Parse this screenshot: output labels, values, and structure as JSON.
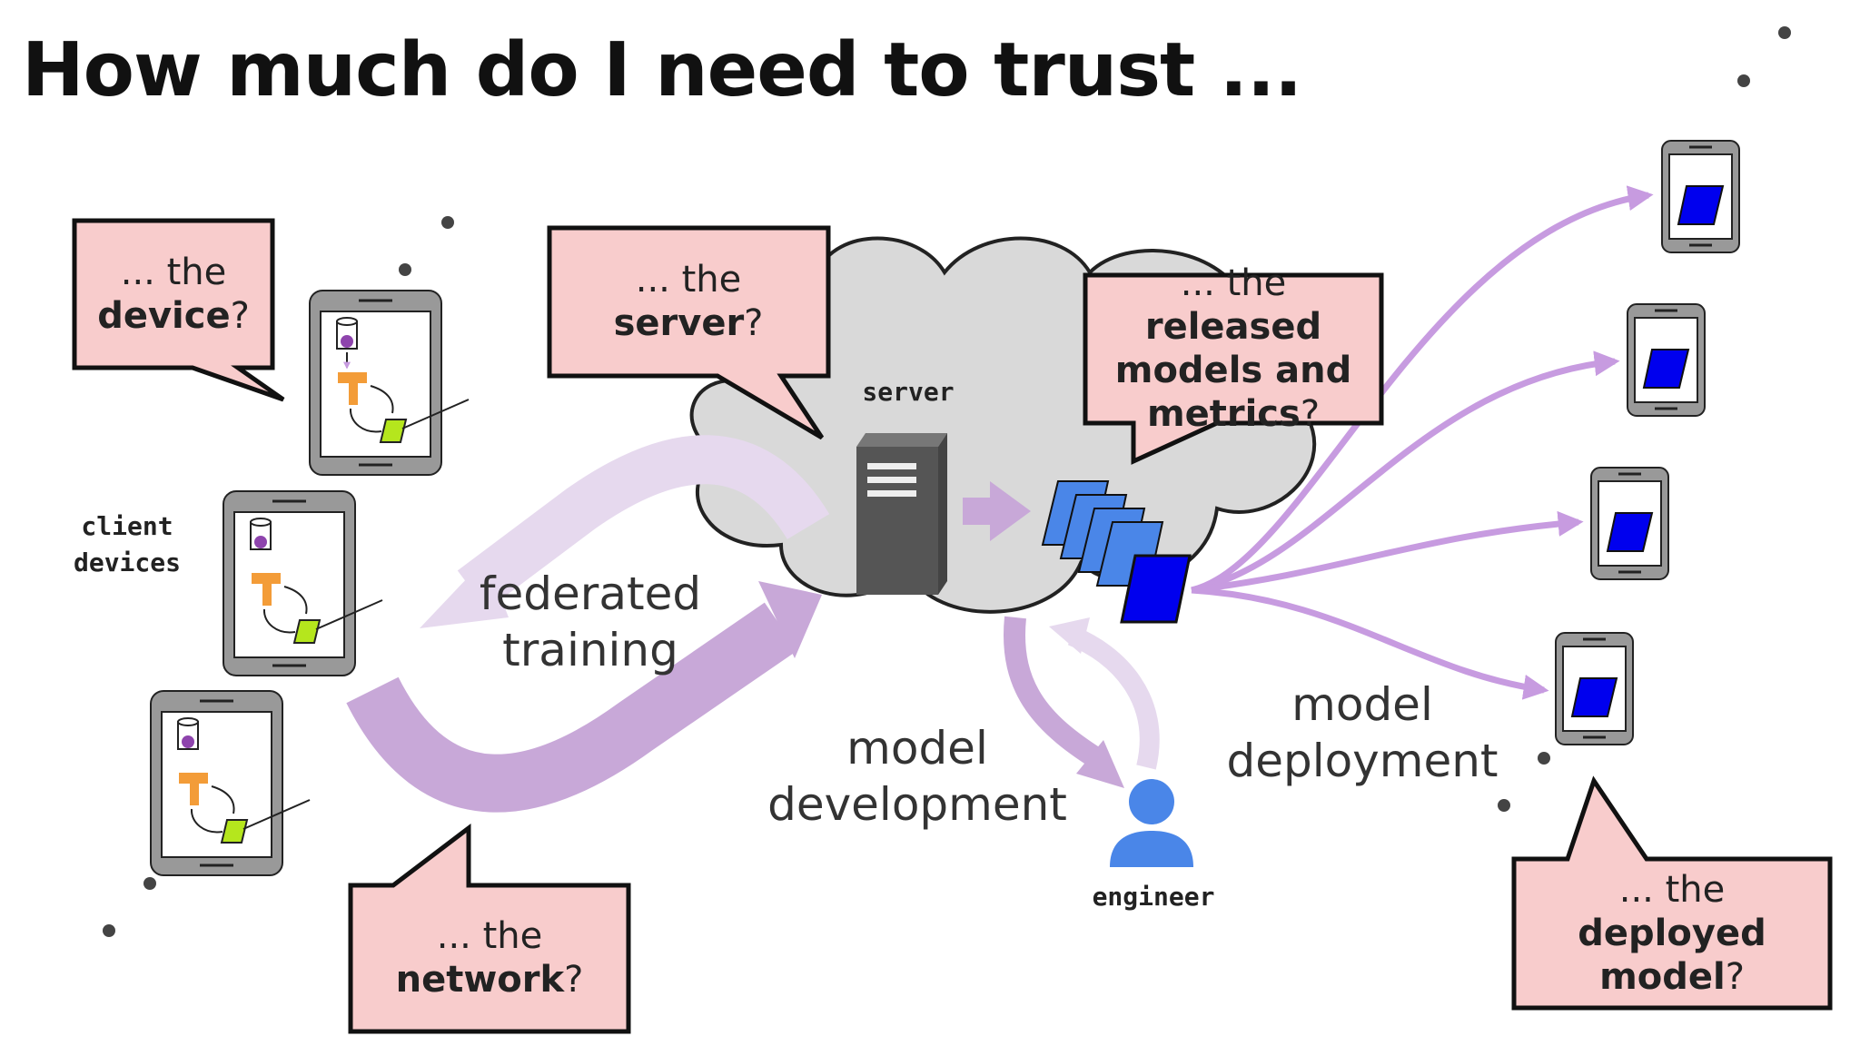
{
  "title": "How much do I need to trust ...",
  "bubbles": {
    "device": {
      "pre": "... the",
      "bold": "device",
      "post": "?"
    },
    "server": {
      "pre": "... the ",
      "bold": "server",
      "post": "?"
    },
    "released": {
      "pre": "... the ",
      "bold1": "released",
      "bold2": "models and",
      "bold3": "metrics",
      "post": "?"
    },
    "network": {
      "pre": "... the",
      "bold": "network",
      "post": "?"
    },
    "deployed": {
      "pre": "... the ",
      "bold1": "deployed",
      "bold2": "model",
      "post": "?"
    }
  },
  "labels": {
    "server": "server",
    "client_line1": "client",
    "client_line2": "devices",
    "engineer": "engineer",
    "federated_line1": "federated",
    "federated_line2": "training",
    "development_line1": "model",
    "development_line2": "development",
    "deployment_line1": "model",
    "deployment_line2": "deployment"
  },
  "colors": {
    "bubble_fill": "#f8cccc",
    "arrow_purple": "#c8a8d8",
    "arrow_light": "#e6d9ee",
    "deploy_arrow": "#c79be0",
    "cloud": "#d9d9d9",
    "phone": "#999999",
    "model_blue": "#0000ee",
    "stack_blue": "#4a86e8",
    "engineer_blue": "#4a86e8",
    "tf_orange": "#f39c38",
    "data_purple": "#8e44ad",
    "update_green": "#b5e61d"
  },
  "icons": [
    "server-icon",
    "engineer-icon",
    "phone-icon",
    "tensorflow-icon",
    "database-icon",
    "model-stack-icon"
  ]
}
